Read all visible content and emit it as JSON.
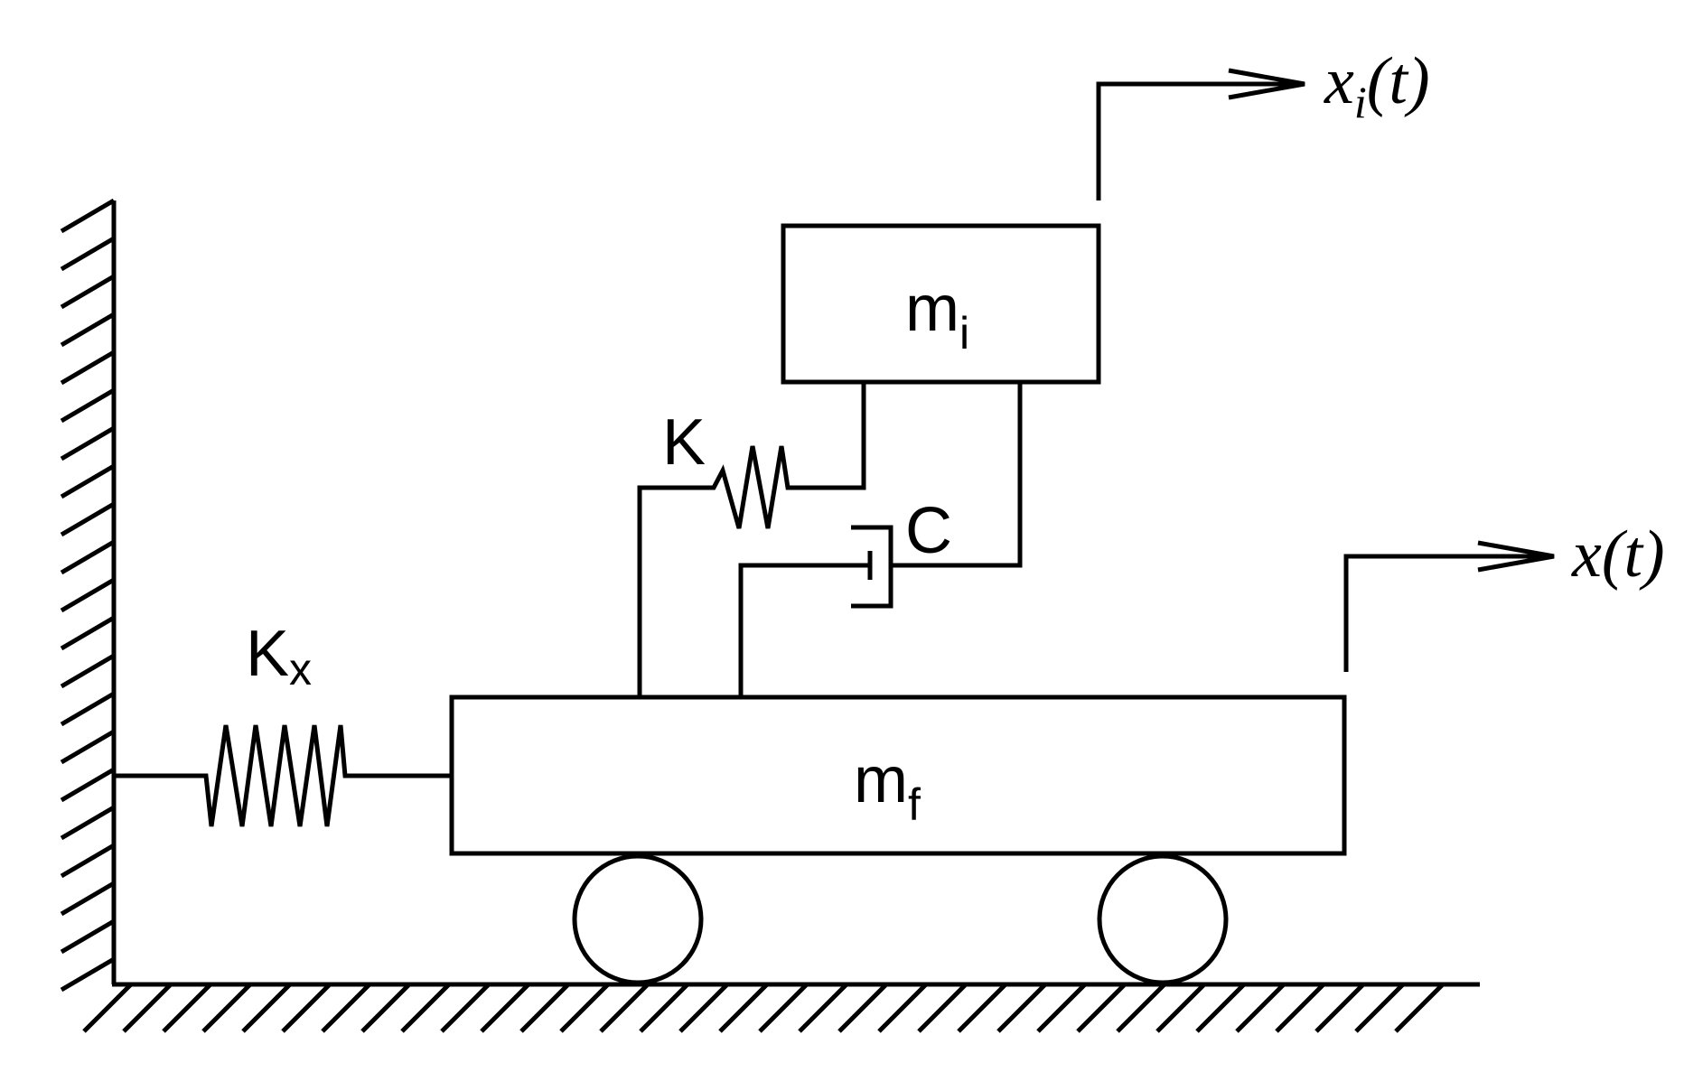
{
  "labels": {
    "upper_mass": {
      "base": "m",
      "sub": "i"
    },
    "lower_mass": {
      "base": "m",
      "sub": "f"
    },
    "spring_k": "K",
    "damper_c": "C",
    "spring_kx": {
      "base": "K",
      "sub": "x"
    },
    "disp_upper": {
      "base": "x",
      "sub": "i",
      "tail": "(t)"
    },
    "disp_lower": "x(t)"
  },
  "colors": {
    "stroke": "#000000",
    "background": "#ffffff"
  }
}
